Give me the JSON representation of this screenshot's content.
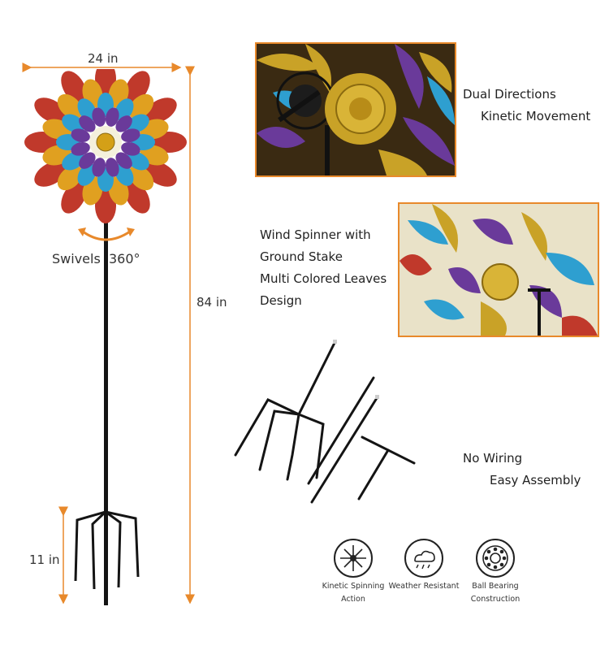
{
  "dimensions": {
    "width_label": "24 in",
    "height_label": "84 in",
    "stake_label": "11 in",
    "swivel_label": "Swivels  360°"
  },
  "features": {
    "dual": [
      "Dual Directions",
      "Kinetic Movement"
    ],
    "spinner": [
      "Wind Spinner with",
      "Ground Stake",
      "Multi Colored Leaves",
      "Design"
    ],
    "wiring": [
      "No Wiring",
      "Easy Assembly"
    ]
  },
  "icons": [
    {
      "name": "kinetic-spinning-icon",
      "label": [
        "Kinetic Spinning",
        "Action"
      ]
    },
    {
      "name": "weather-resistant-icon",
      "label": [
        "Weather Resistant"
      ]
    },
    {
      "name": "ball-bearing-icon",
      "label": [
        "Ball Bearing",
        "Construction"
      ]
    }
  ],
  "colors": {
    "accent": "#e8892b",
    "pole": "#141414"
  }
}
